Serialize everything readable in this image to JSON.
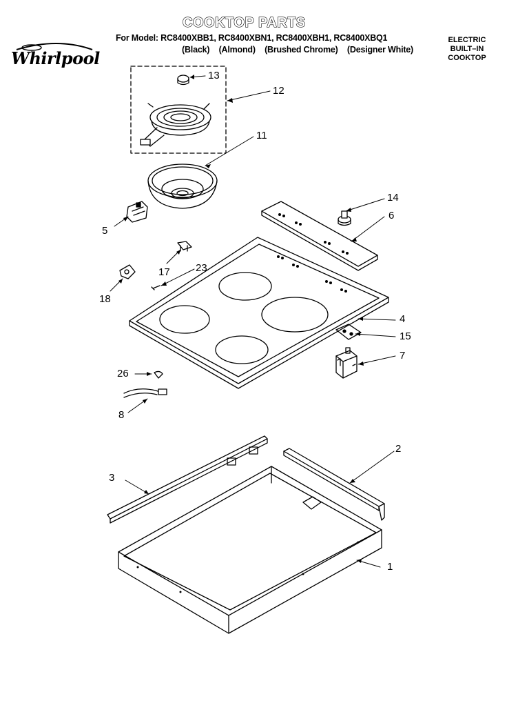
{
  "header": {
    "title": "COOKTOP PARTS",
    "models": "For Model: RC8400XBB1, RC8400XBN1, RC8400XBH1, RC8400XBQ1",
    "finishes": [
      "(Black)",
      "(Almond)",
      "(Brushed Chrome)",
      "(Designer White)"
    ],
    "type_lines": [
      "ELECTRIC",
      "BUILT–IN",
      "COOKTOP"
    ]
  },
  "brand": {
    "name": "Whirlpool",
    "badge": "WHIRLPOOL"
  },
  "callouts": [
    "13",
    "12",
    "11",
    "14",
    "6",
    "5",
    "17",
    "23",
    "18",
    "4",
    "15",
    "7",
    "26",
    "8",
    "2",
    "3",
    "1"
  ]
}
